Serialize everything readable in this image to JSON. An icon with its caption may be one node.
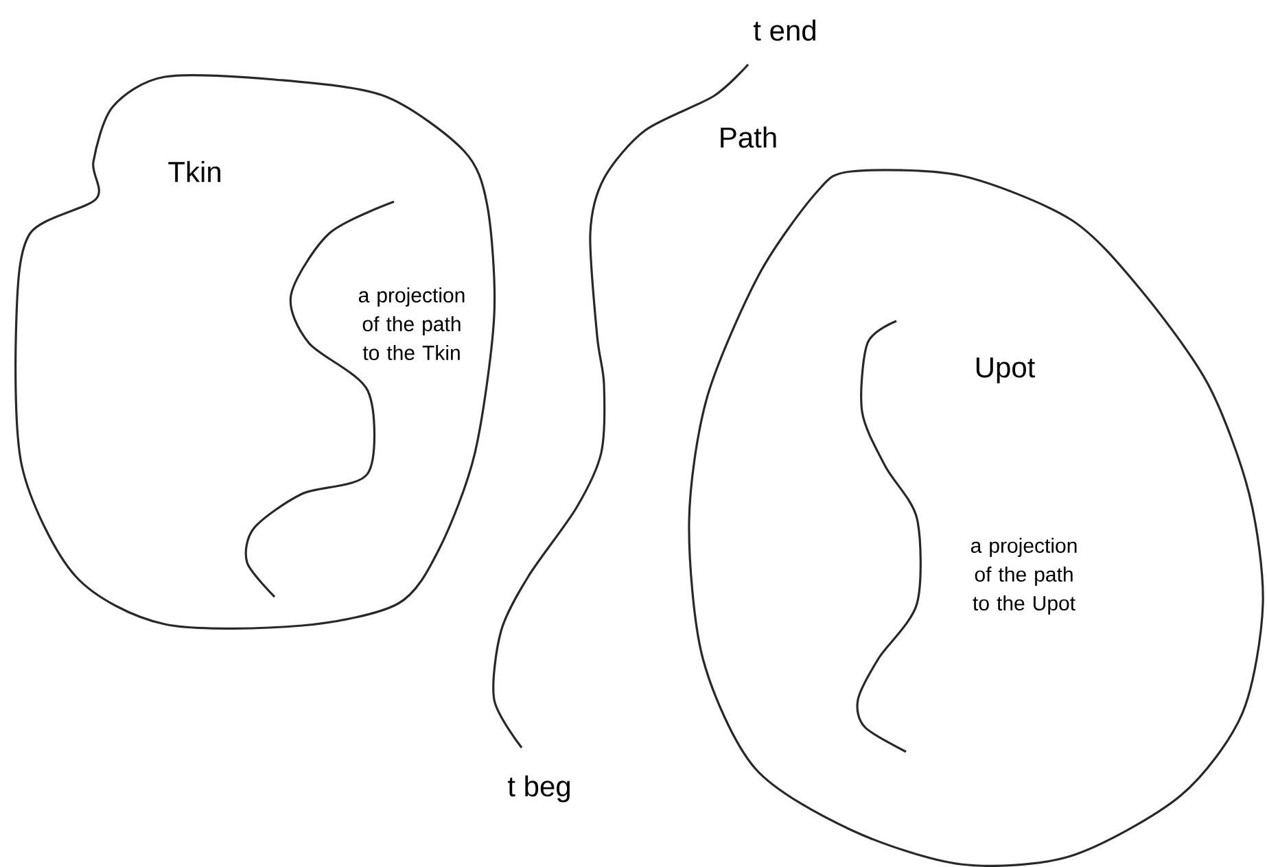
{
  "diagram": {
    "nodes": [
      {
        "text": [
          "Tkin",
          "a projection of the path to the Tkin"
        ]
      },
      {
        "text": [
          "Upot",
          "a projection of the path to the Upot"
        ]
      }
    ],
    "labels": [
      "t end",
      "Path",
      "t beg"
    ]
  }
}
